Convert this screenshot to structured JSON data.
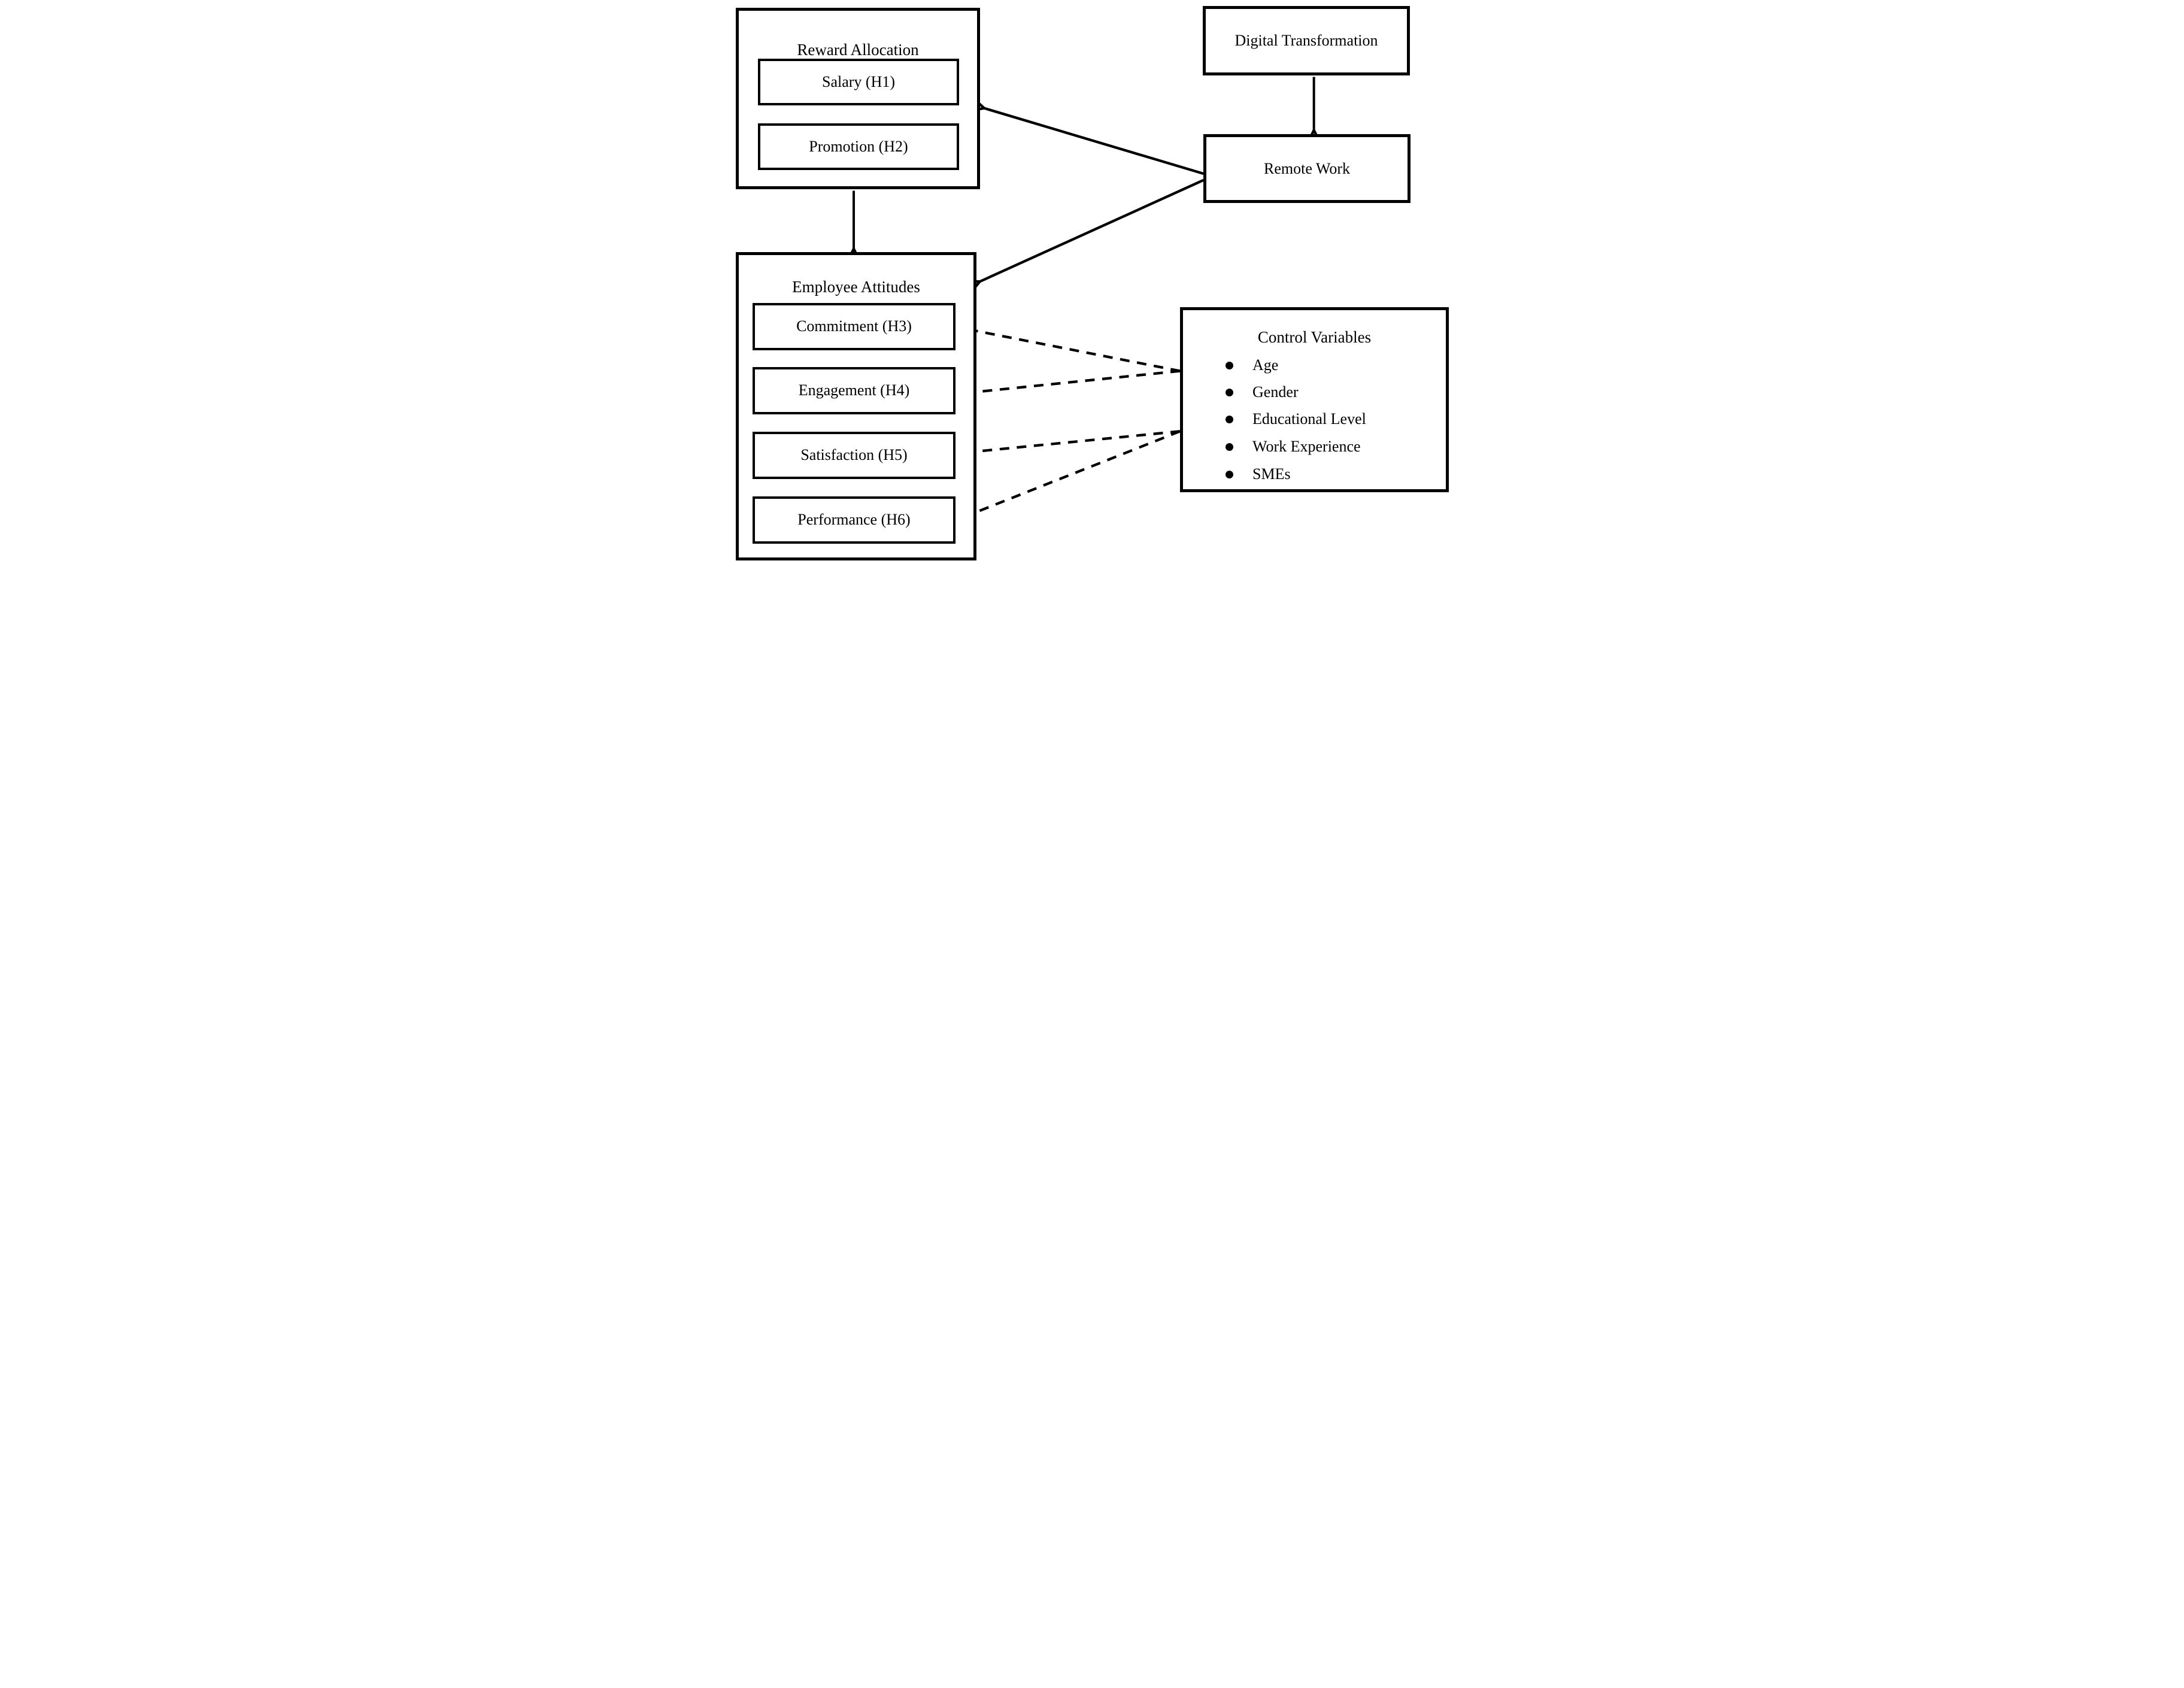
{
  "figure_type": "conceptual-framework-diagram",
  "colors": {
    "line": "#000000",
    "background": "#ffffff"
  },
  "reward_allocation": {
    "title": "Reward Allocation",
    "items": [
      "Salary (H1)",
      "Promotion (H2)"
    ]
  },
  "digital_transformation": {
    "label": "Digital Transformation"
  },
  "remote_work": {
    "label": "Remote Work"
  },
  "employee_attitudes": {
    "title": "Employee Attitudes",
    "items": [
      "Commitment (H3)",
      "Engagement (H4)",
      "Satisfaction (H5)",
      "Performance (H6)"
    ]
  },
  "control_variables": {
    "title": "Control Variables",
    "items": [
      "Age",
      "Gender",
      "Educational Level",
      "Work Experience",
      "SMEs"
    ]
  }
}
